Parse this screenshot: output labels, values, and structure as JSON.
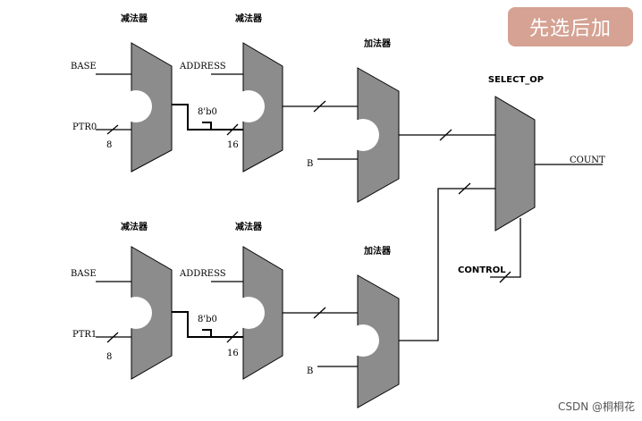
{
  "badge": {
    "text": "先选后加"
  },
  "watermark": {
    "text": "CSDN @桐桐花"
  },
  "diagram": {
    "blocks": {
      "sub1_top": "减法器",
      "sub2_top": "减法器",
      "add_top": "加法器",
      "sub1_bot": "减法器",
      "sub2_bot": "减法器",
      "add_bot": "加法器",
      "mux": "SELECT_OP"
    },
    "inputs": {
      "base_top": "BASE",
      "ptr0": "PTR0",
      "address_top": "ADDRESS",
      "const_top": "8'b0",
      "b_top": "B",
      "base_bot": "BASE",
      "ptr1": "PTR1",
      "address_bot": "ADDRESS",
      "const_bot": "8'b0",
      "b_bot": "B",
      "control": "CONTROL"
    },
    "outputs": {
      "count": "COUNT"
    },
    "bus_widths": {
      "ptr0_width": "8",
      "addr_top_width": "16",
      "ptr1_width": "8",
      "addr_bot_width": "16"
    }
  }
}
